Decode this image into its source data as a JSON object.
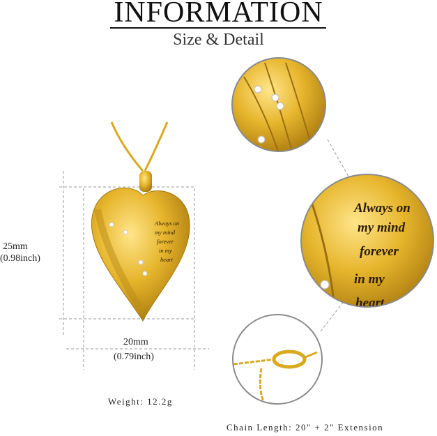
{
  "header": {
    "title": "INFORMATION",
    "subtitle": "Size & Detail"
  },
  "dimensions": {
    "height_mm": "25mm",
    "height_inch": "(0.98inch)",
    "width_mm": "20mm",
    "width_inch": "(0.79inch)"
  },
  "specs": {
    "weight": "Weight: 12.2g",
    "chain": "Chain Length: 20\" +  2\"  Extension"
  },
  "engraving": [
    "Always on",
    "my mind",
    "forever",
    "in my",
    "heart"
  ],
  "colors": {
    "gold": "#e0b22a",
    "gold_dark": "#a87a10",
    "dash": "#999999",
    "circle_border": "#8a8a8a"
  }
}
